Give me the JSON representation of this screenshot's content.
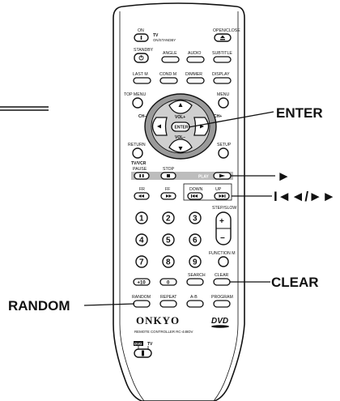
{
  "callouts": {
    "enter": "ENTER",
    "play": "►",
    "skip": "I◄◄/►►",
    "clear": "CLEAR",
    "random": "RANDOM"
  },
  "remote": {
    "top_row": {
      "on": "ON",
      "tv_on_standby": "TV ON/STANDBY",
      "open_close": "OPEN/CLOSE"
    },
    "row2": {
      "standby": "STANDBY",
      "angle": "ANGLE",
      "audio": "AUDIO",
      "subtitle": "SUBTITLE"
    },
    "row3": {
      "last_m": "LAST M",
      "cond_m": "COND.M",
      "dimmer": "DIMMER",
      "display": "DISPLAY"
    },
    "nav": {
      "top_menu": "TOP MENU",
      "menu": "MENU",
      "ch_minus": "CH−",
      "ch_plus": "CH+",
      "vol_plus": "VOL+",
      "vol_minus": "VOL−",
      "enter": "ENTER",
      "return": "RETURN",
      "setup": "SETUP"
    },
    "transport": {
      "tv_vcr": "TV/VCR",
      "pause": "PAUSE",
      "stop": "STOP",
      "play": "PLAY",
      "fr": "FR",
      "ff": "FF",
      "down": "DOWN",
      "up": "UP",
      "step_slow": "STEP/SLOW"
    },
    "numbers": [
      "1",
      "2",
      "3",
      "4",
      "5",
      "6",
      "7",
      "8",
      "9",
      "+10",
      "0"
    ],
    "plus": "+",
    "minus": "−",
    "function_m": "FUNCTION M",
    "search": "SEARCH",
    "clear": "CLEAR",
    "bottom": {
      "random": "RANDOM",
      "repeat": "REPEAT",
      "a_b": "A-B",
      "program": "PROGRAM"
    },
    "brand": "ONKYO",
    "dvd_logo": "DVD",
    "model": "REMOTE CONTROLLER  RC-449DV",
    "dvd_tv": "DVD",
    "tv": "TV"
  }
}
